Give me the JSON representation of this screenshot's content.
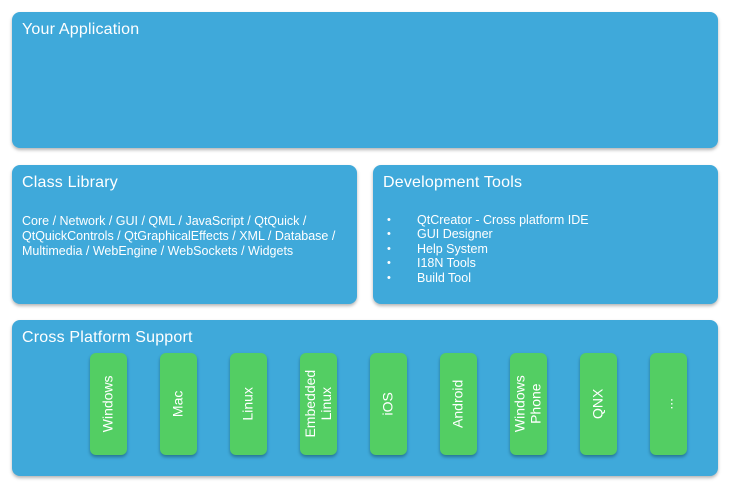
{
  "colors": {
    "box_blue": "#3FA9DA",
    "platform_green": "#53CE63",
    "text_white": "#FFFFFF",
    "page_background": "#FFFFFF"
  },
  "boxes": {
    "application": {
      "title": "Your Application"
    },
    "class_library": {
      "title": "Class Library",
      "body": "Core / Network  / GUI  / QML / JavaScript / QtQuick / QtQuickControls / QtGraphicalEffects / XML / Database / Multimedia / WebEngine / WebSockets / Widgets"
    },
    "development_tools": {
      "title": "Development Tools",
      "items": [
        "QtCreator - Cross platform IDE",
        "GUI Designer",
        "Help System",
        "I18N Tools",
        "Build Tool"
      ]
    },
    "cross_platform": {
      "title": "Cross Platform Support",
      "platforms": [
        "Windows",
        "Mac",
        "Linux",
        "Embedded Linux",
        "iOS",
        "Android",
        "Windows Phone",
        "QNX",
        "..."
      ]
    }
  }
}
